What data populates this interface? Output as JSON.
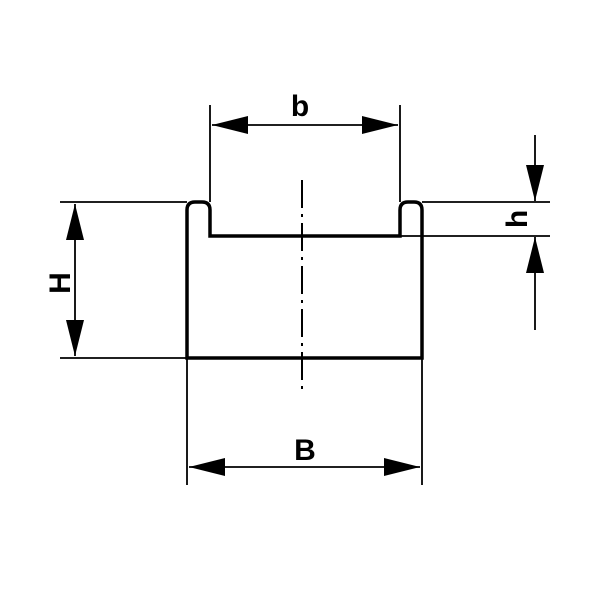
{
  "labels": {
    "b": "b",
    "H": "H",
    "B": "B",
    "h": "h"
  },
  "colors": {
    "line": "#000000",
    "background": "#ffffff"
  }
}
